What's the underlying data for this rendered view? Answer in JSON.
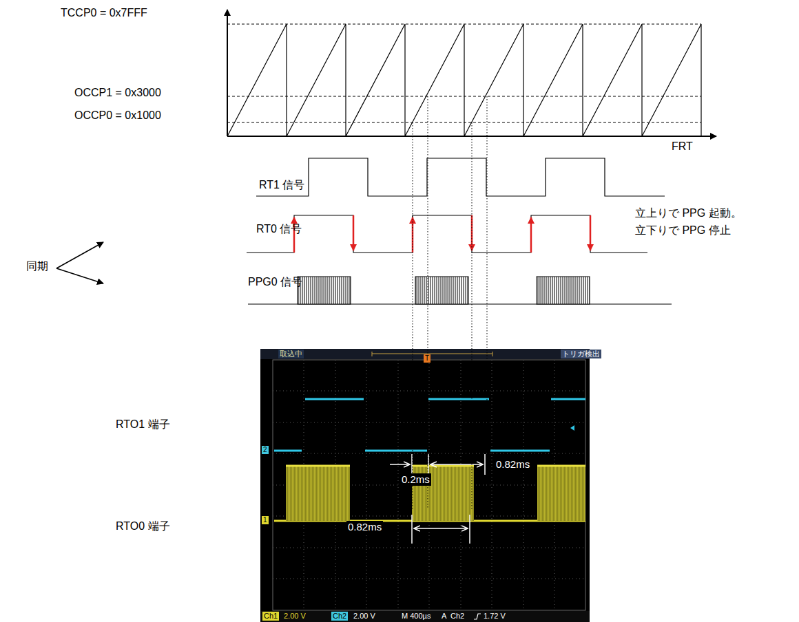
{
  "diagram": {
    "labels": [
      "TCCP0 = 0x7FFF",
      "OCCP1 = 0x3000",
      "OCCP0 = 0x1000",
      "FRT",
      "RT1 信号",
      "RT0 信号",
      "PPG0 信号",
      "同期",
      "立上りで PPG 起動。",
      "立下りで PPG 停止",
      "取込中",
      "トリガ検出",
      "T",
      "2",
      "1",
      "RTO1 端子",
      "RTO0 端子",
      "0.2ms",
      "0.82ms",
      "0.82ms",
      "Ch1",
      "2.00 V",
      "Ch2",
      "2.00 V",
      "M 400µs",
      "A",
      "Ch2",
      "1.72 V"
    ]
  }
}
